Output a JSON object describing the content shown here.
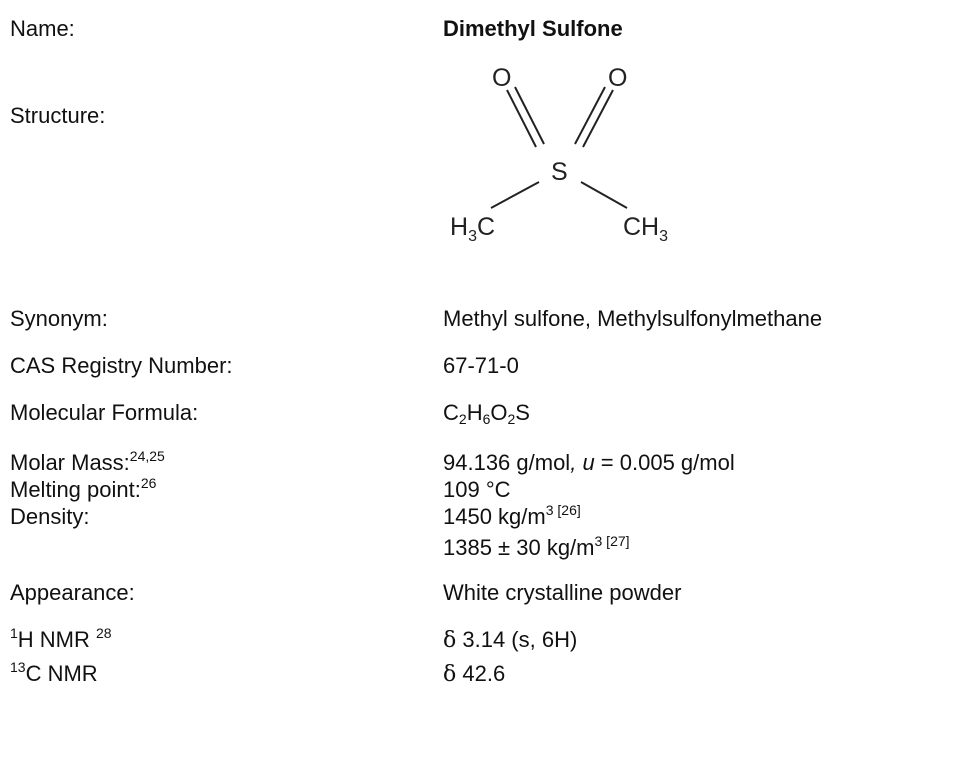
{
  "name": {
    "label": "Name:",
    "value": "Dimethyl Sulfone"
  },
  "structure": {
    "label": "Structure:",
    "atoms": {
      "o_left": "O",
      "o_right": "O",
      "s": "S",
      "h": "H",
      "c": "C",
      "h3_sub": "3",
      "ch": "CH",
      "ch3_sub": "3"
    }
  },
  "synonym": {
    "label": "Synonym:",
    "value": "Methyl sulfone, Methylsulfonylmethane"
  },
  "cas": {
    "label": "CAS Registry Number:",
    "value": "67-71-0"
  },
  "formula": {
    "label": "Molecular Formula:",
    "parts": {
      "c": "C",
      "c_sub": "2",
      "h": "H",
      "h_sub": "6",
      "o": "O",
      "o_sub": "2",
      "s": "S"
    }
  },
  "molar_mass": {
    "label": "Molar Mass:",
    "ref": "24,25",
    "value": "94.136 g/mol",
    "sep": ", ",
    "u_symbol": "u",
    "u_value": " = 0.005 g/mol"
  },
  "melting_point": {
    "label": "Melting point:",
    "ref": "26",
    "value": "109 °C"
  },
  "density": {
    "label": "Density:",
    "v1": "1450 kg/m",
    "v1_exp": "3",
    "v1_ref": " [26]",
    "v2": "1385 ± 30 kg/m",
    "v2_exp": "3",
    "v2_ref": " [27]"
  },
  "appearance": {
    "label": "Appearance:",
    "value": "White crystalline powder"
  },
  "h_nmr": {
    "mass": "1",
    "label": "H NMR ",
    "ref": "28",
    "delta": "δ",
    "value": " 3.14 (s, 6H)"
  },
  "c_nmr": {
    "mass": "13",
    "label": "C NMR",
    "delta": "δ",
    "value": " 42.6"
  }
}
